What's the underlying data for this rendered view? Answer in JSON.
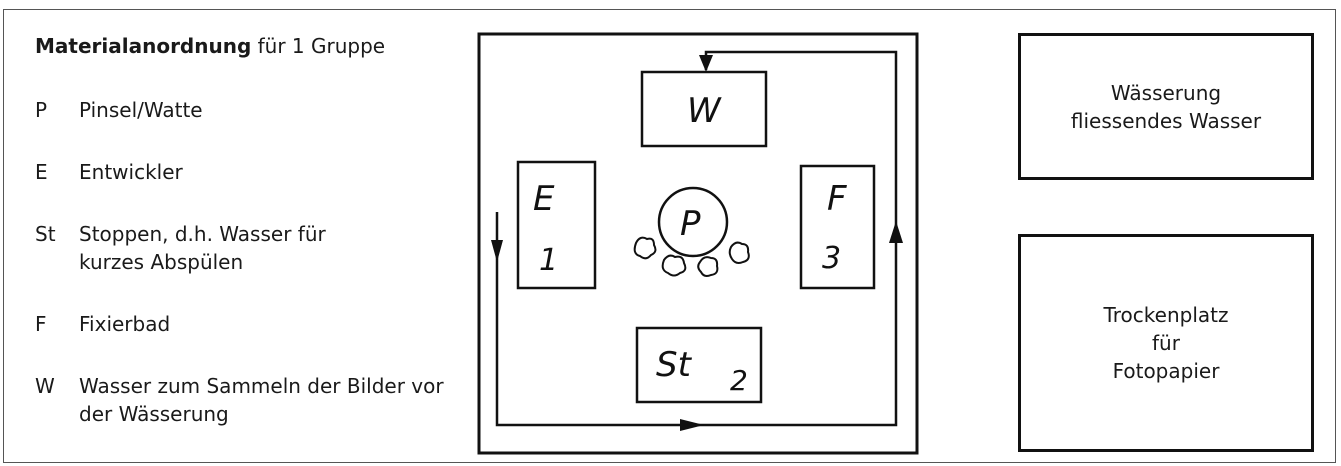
{
  "legend": {
    "title_bold": "Materialanordnung",
    "title_rest": " für 1 Gruppe",
    "items": [
      {
        "code": "P",
        "desc": "Pinsel/Watte"
      },
      {
        "code": "E",
        "desc": "Entwickler"
      },
      {
        "code": "St",
        "desc": "Stoppen, d.h. Wasser für kurzes Abspülen"
      },
      {
        "code": "F",
        "desc": "Fixierbad"
      },
      {
        "code": "W",
        "desc": "Wasser zum Sammeln der Bilder vor der Wässerung"
      }
    ]
  },
  "diagram": {
    "w_label": "W",
    "e_label": "E",
    "e_number": "1",
    "st_label": "St",
    "st_number": "2",
    "f_label": "F",
    "f_number": "3",
    "p_label": "P"
  },
  "right_panel": {
    "wasserung_line1": "Wässerung",
    "wasserung_line2": "fliessendes Wasser",
    "trocken_line1": "Trockenplatz",
    "trocken_line2": "für",
    "trocken_line3": "Fotopapier"
  }
}
